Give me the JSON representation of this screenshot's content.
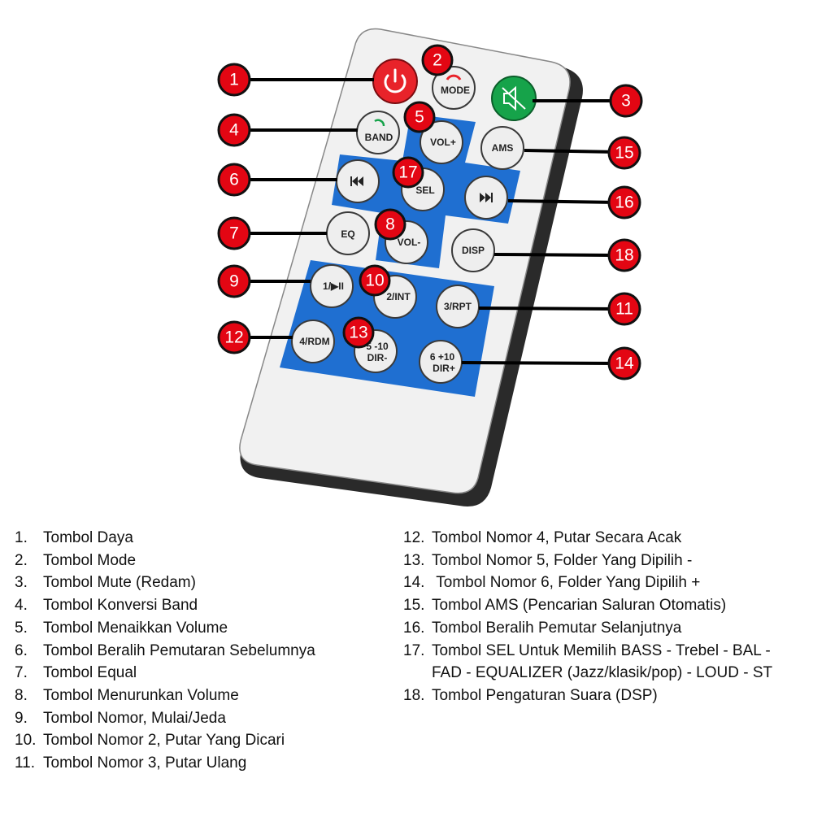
{
  "remote": {
    "buttons": {
      "mode": "MODE",
      "band": "BAND",
      "vol_up": "VOL+",
      "ams": "AMS",
      "sel": "SEL",
      "eq": "EQ",
      "vol_down": "VOL-",
      "disp": "DISP",
      "b1": "1/▶II",
      "b2": "2/INT",
      "b3": "3/RPT",
      "b4": "4/RDM",
      "b5_top": "5 -10",
      "b5_bottom": "DIR-",
      "b6_top": "6 +10",
      "b6_bottom": "DIR+"
    },
    "icons": {
      "power": "power-icon",
      "mute": "speaker-mute-icon",
      "prev": "skip-previous-icon",
      "next": "skip-next-icon"
    },
    "colors": {
      "power": "#e8232a",
      "mute": "#16a34a",
      "panel": "#1f6fd1",
      "badge": "#e30613"
    }
  },
  "callouts": [
    "1",
    "2",
    "3",
    "4",
    "5",
    "6",
    "7",
    "8",
    "9",
    "10",
    "11",
    "12",
    "13",
    "14",
    "15",
    "16",
    "17",
    "18"
  ],
  "legend": {
    "left": [
      {
        "n": "1.",
        "text": "Tombol Daya"
      },
      {
        "n": "2.",
        "text": "Tombol Mode"
      },
      {
        "n": "3.",
        "text": "Tombol Mute (Redam)"
      },
      {
        "n": "4.",
        "text": "Tombol Konversi Band"
      },
      {
        "n": "5.",
        "text": "Tombol Menaikkan Volume"
      },
      {
        "n": "6.",
        "text": "Tombol Beralih Pemutaran Sebelumnya"
      },
      {
        "n": "7.",
        "text": "Tombol Equal"
      },
      {
        "n": "8.",
        "text": "Tombol Menurunkan Volume"
      },
      {
        "n": "9.",
        "text": "Tombol Nomor, Mulai/Jeda"
      },
      {
        "n": "10.",
        "text": "Tombol Nomor 2, Putar Yang Dicari"
      },
      {
        "n": "11.",
        "text": "Tombol Nomor 3, Putar Ulang"
      }
    ],
    "right": [
      {
        "n": "12.",
        "text": "Tombol Nomor 4, Putar Secara Acak"
      },
      {
        "n": "13.",
        "text": "Tombol Nomor 5, Folder Yang Dipilih -"
      },
      {
        "n": "14.",
        "text": " Tombol Nomor 6, Folder Yang Dipilih +"
      },
      {
        "n": "15.",
        "text": "Tombol AMS (Pencarian Saluran Otomatis)"
      },
      {
        "n": "16.",
        "text": "Tombol Beralih Pemutar Selanjutnya"
      },
      {
        "n": "17.",
        "text": "Tombol SEL Untuk Memilih BASS - Trebel - BAL - FAD - EQUALIZER (Jazz/klasik/pop) - LOUD - ST"
      },
      {
        "n": "18.",
        "text": "Tombol Pengaturan Suara (DSP)"
      }
    ]
  }
}
